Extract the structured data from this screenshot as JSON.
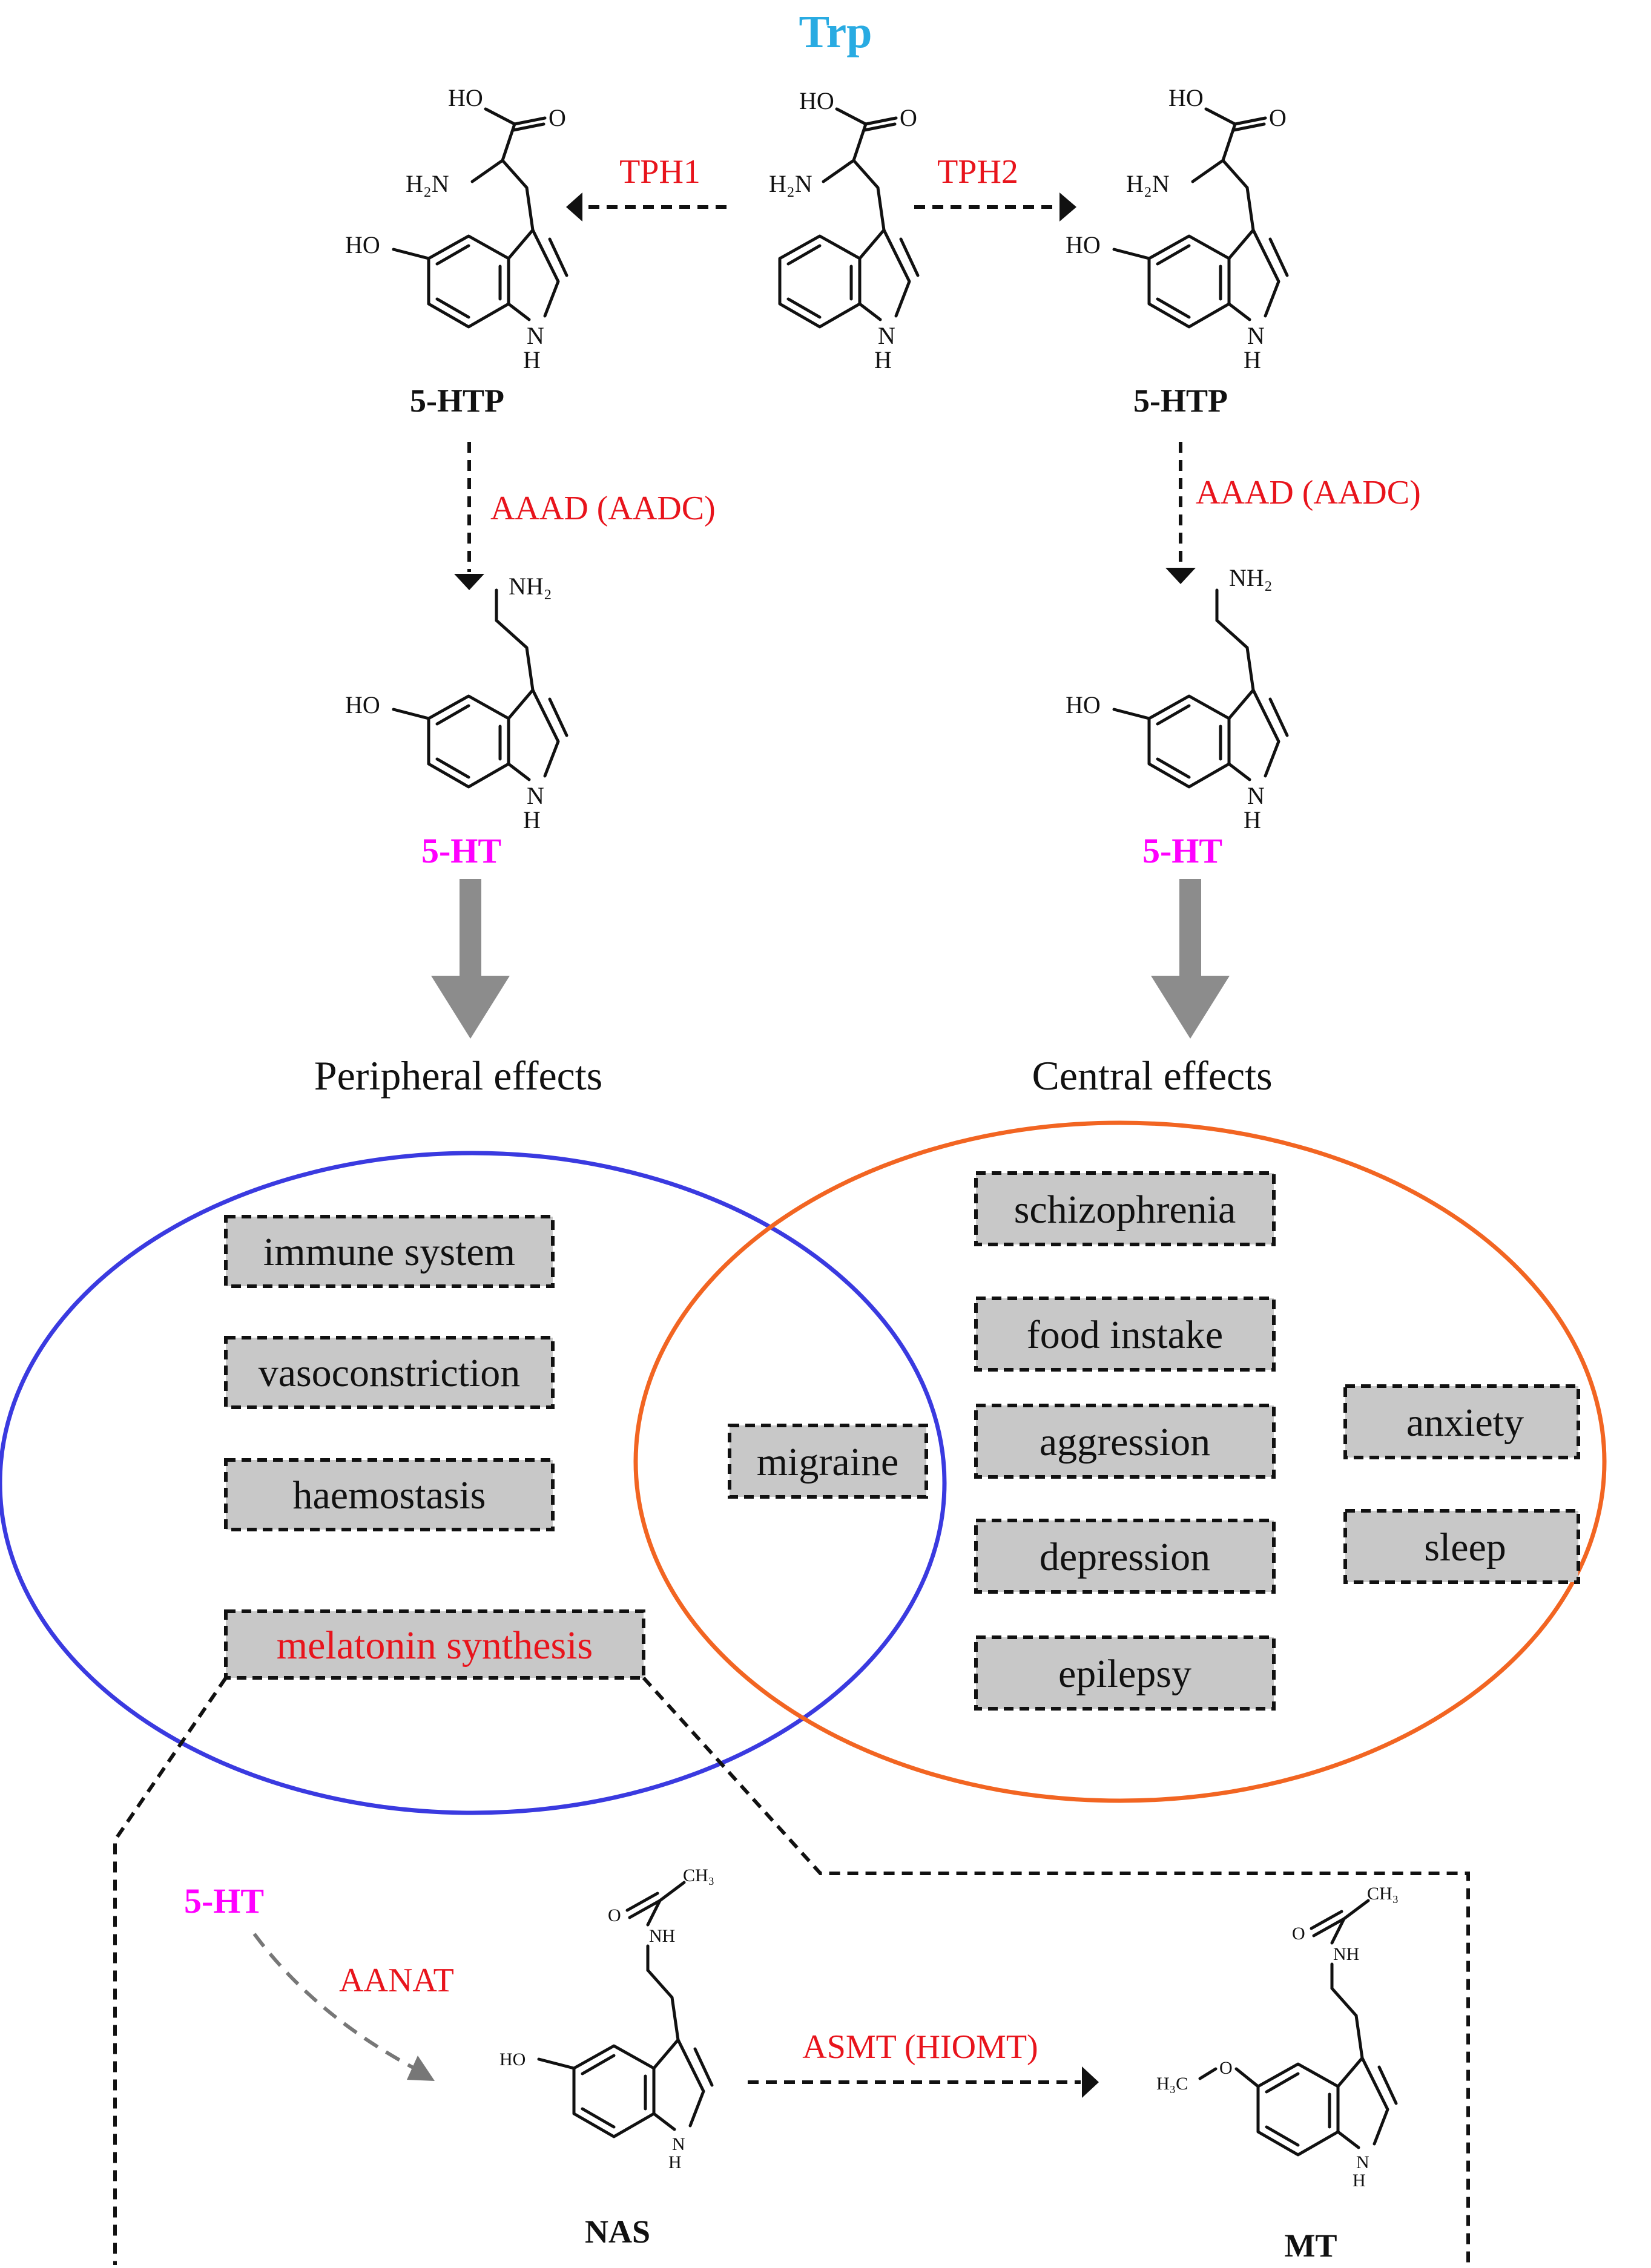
{
  "title": "Trp",
  "colors": {
    "title": "#29abe2",
    "enzyme": "#e8141c",
    "serotonin": "#ff00ff",
    "peripheral_circle": "#3a3ae0",
    "central_circle": "#f26522",
    "box_fill": "#c8c8c8",
    "big_arrow": "#8c8c8c"
  },
  "atoms": {
    "ho": "HO",
    "o": "O",
    "h2n": "H₂N",
    "nh2": "NH₂",
    "n": "N",
    "h": "H",
    "nh": "NH",
    "ch3": "CH₃",
    "h3c": "H₃C"
  },
  "compounds": {
    "htp_left": "5-HTP",
    "htp_right": "5-HTP",
    "ht_left": "5-HT",
    "ht_right": "5-HT",
    "ht_bottom": "5-HT",
    "nas": "NAS",
    "mt": "MT"
  },
  "enzymes": {
    "tph1": "TPH1",
    "tph2": "TPH2",
    "aaad_left": "AAAD (AADC)",
    "aaad_right": "AAAD (AADC)",
    "aanat": "AANAT",
    "asmt": "ASMT (HIOMT)"
  },
  "effects": {
    "peripheral": "Peripheral effects",
    "central": "Central effects"
  },
  "peripheral_items": [
    "immune system",
    "vasoconstriction",
    "haemostasis"
  ],
  "melatonin_item": "melatonin synthesis",
  "shared_item": "migraine",
  "central_items": [
    "schizophrenia",
    "food instake",
    "aggression",
    "depression",
    "epilepsy"
  ],
  "central_side_items": [
    "anxiety",
    "sleep"
  ]
}
